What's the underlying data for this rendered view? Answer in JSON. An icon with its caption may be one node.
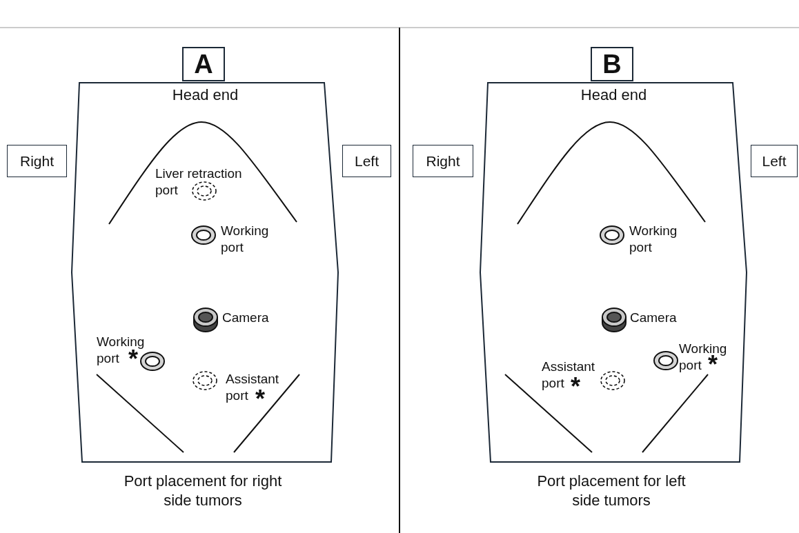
{
  "diagram": {
    "nodes": [
      {
        "text": [
          "A"
        ]
      },
      {
        "text": [
          "Head end"
        ]
      },
      {
        "text": [
          "Right"
        ]
      },
      {
        "text": [
          "Left"
        ]
      },
      {
        "text": [
          "Liver retraction port"
        ],
        "in": 1
      },
      {
        "text": [
          "Working port"
        ],
        "in": 1
      },
      {
        "text": [
          "Camera"
        ],
        "in": 1
      },
      {
        "text": [
          "Working port",
          "*"
        ],
        "in": 1
      },
      {
        "text": [
          "Assistant port",
          "*"
        ],
        "in": 1
      },
      {
        "text": [
          "B"
        ]
      },
      {
        "text": [
          "Head end"
        ]
      },
      {
        "text": [
          "Right"
        ]
      },
      {
        "text": [
          "Left"
        ]
      },
      {
        "text": [
          "Working port"
        ],
        "in": 10
      },
      {
        "text": [
          "Camera"
        ],
        "in": 10
      },
      {
        "text": [
          "Assistant port",
          "*"
        ],
        "in": 10
      },
      {
        "text": [
          "Working port",
          "*"
        ],
        "in": 10
      }
    ],
    "labels": [
      "Port placement for right side tumors",
      "Port placement for left side tumors"
    ]
  }
}
